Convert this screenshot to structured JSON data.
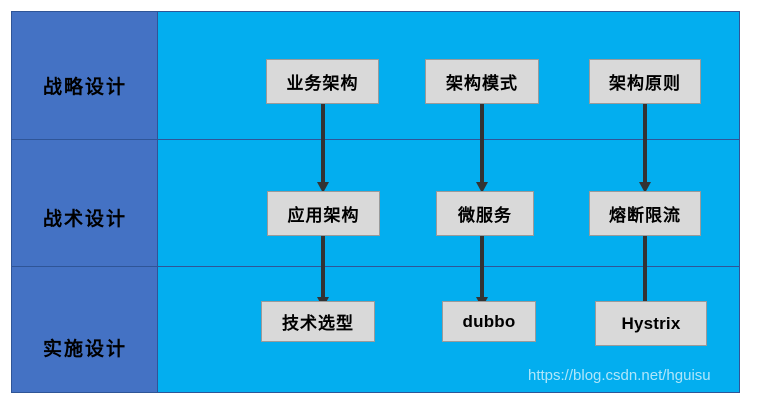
{
  "diagram": {
    "title": "architecture-design-layers",
    "colors": {
      "label_column_bg": "#4472C4",
      "content_bg": "#03AEEF",
      "node_bg": "#D9D9D9",
      "border": "#2f5597",
      "arrow": "#333333",
      "watermark": "#b9e9fb"
    },
    "rows": [
      {
        "label": "战略设计",
        "nodes": [
          {
            "label": "业务架构"
          },
          {
            "label": "架构模式"
          },
          {
            "label": "架构原则"
          }
        ]
      },
      {
        "label": "战术设计",
        "nodes": [
          {
            "label": "应用架构"
          },
          {
            "label": "微服务"
          },
          {
            "label": "熔断限流"
          }
        ]
      },
      {
        "label": "实施设计",
        "nodes": [
          {
            "label": "技术选型"
          },
          {
            "label": "dubbo"
          },
          {
            "label": "Hystrix"
          }
        ]
      }
    ],
    "watermark": "https://blog.csdn.net/hguisu"
  }
}
